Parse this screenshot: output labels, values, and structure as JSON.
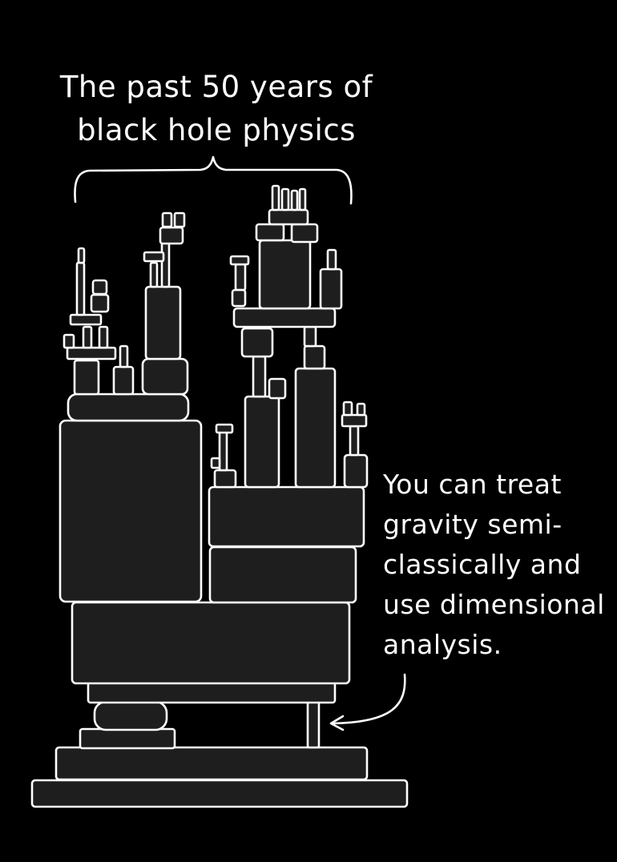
{
  "caption_top": {
    "line1": "The past 50 years of",
    "line2": "black hole physics"
  },
  "caption_side": {
    "line1": "You can treat",
    "line2": "gravity semi-",
    "line3": "classically and",
    "line4": "use dimensional",
    "line5": "analysis."
  },
  "colors": {
    "background": "#000000",
    "block_fill": "#1e1e1e",
    "stroke": "#ffffff"
  }
}
